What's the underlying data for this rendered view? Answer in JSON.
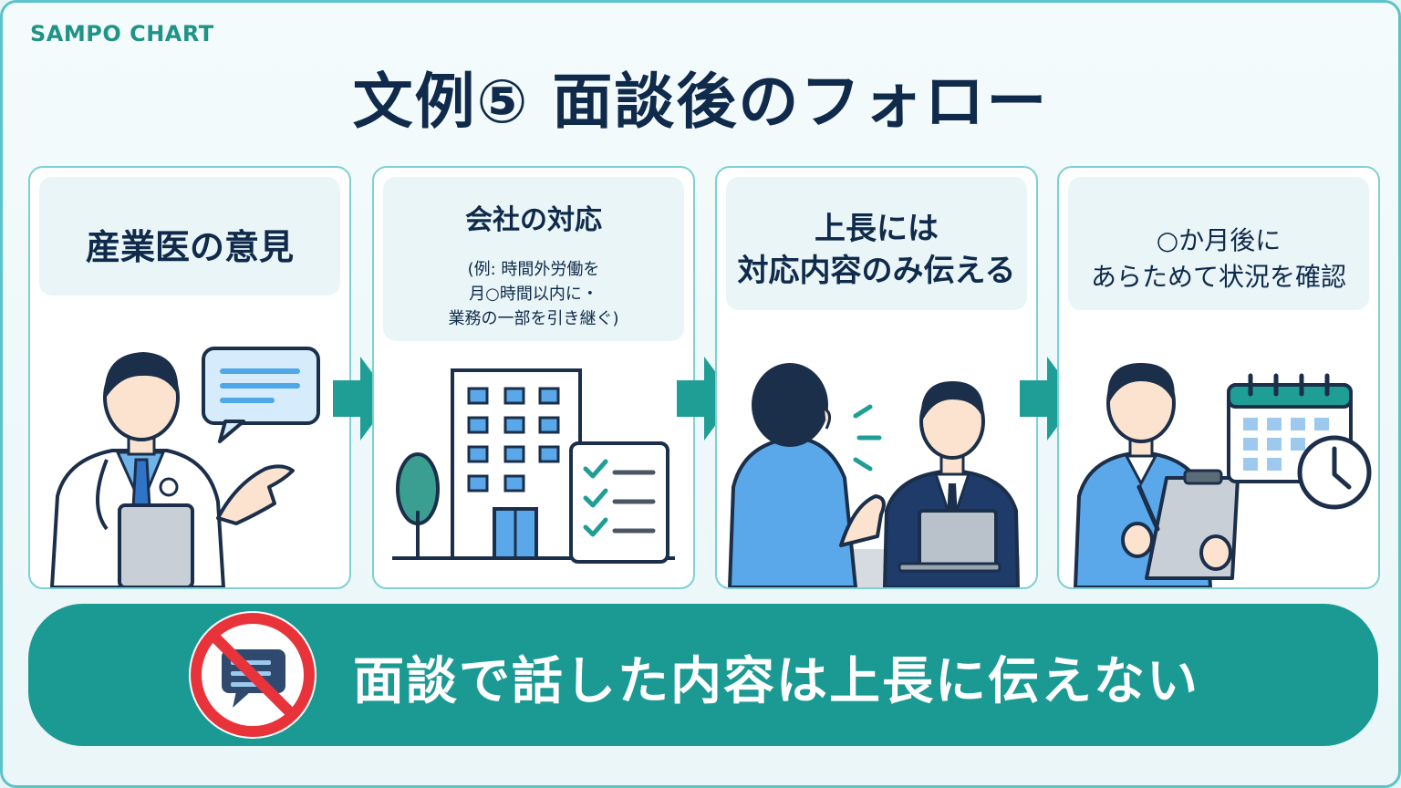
{
  "brand": "SAMPO CHART",
  "title": "文例⑤ 面談後のフォロー",
  "steps": [
    {
      "heading": "産業医の意見"
    },
    {
      "heading": "会社の対応",
      "note_lines": [
        "(例: 時間外労働を",
        "月○時間以内に・",
        "業務の一部を引き継ぐ)"
      ]
    },
    {
      "heading_lines": [
        "上長には",
        "対応内容のみ伝える"
      ]
    },
    {
      "heading_lines": [
        "○か月後に",
        "あらためて状況を確認"
      ]
    }
  ],
  "banner": {
    "text": "面談で話した内容は上長に伝えない"
  },
  "icons": [
    "doctor-icon",
    "speech-bubble-icon",
    "building-icon",
    "tree-icon",
    "checklist-icon",
    "meeting-icon",
    "laptop-icon",
    "clipboard-icon",
    "calendar-icon",
    "clock-icon",
    "no-chat-icon",
    "arrow-right-icon"
  ],
  "colors": {
    "accent": "#1b9a93",
    "title": "#0f2a4a",
    "border": "#7fd0d3",
    "prohibit": "#e8333b"
  }
}
